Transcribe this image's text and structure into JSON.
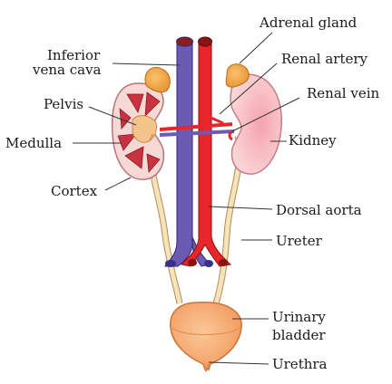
{
  "labels": {
    "adrenal_gland": "Adrenal gland",
    "inferior_vena_cava_line1": "Inferior",
    "inferior_vena_cava_line2": "vena cava",
    "renal_artery": "Renal artery",
    "renal_vein": "Renal vein",
    "pelvis": "Pelvis",
    "medulla": "Medulla",
    "kidney": "Kidney",
    "cortex": "Cortex",
    "dorsal_aorta": "Dorsal aorta",
    "ureter": "Ureter",
    "urinary_bladder_line1": "Urinary",
    "urinary_bladder_line2": "bladder",
    "urethra": "Urethra"
  },
  "colors": {
    "vein": "#6b5bb5",
    "artery": "#e8252a",
    "kidney": "#f3a9b0",
    "kidney_cut": "#f6d8d5",
    "medulla": "#c9323f",
    "adrenal": "#f2a84a",
    "ureter": "#f7d9a6",
    "bladder": "#f7b27a"
  }
}
